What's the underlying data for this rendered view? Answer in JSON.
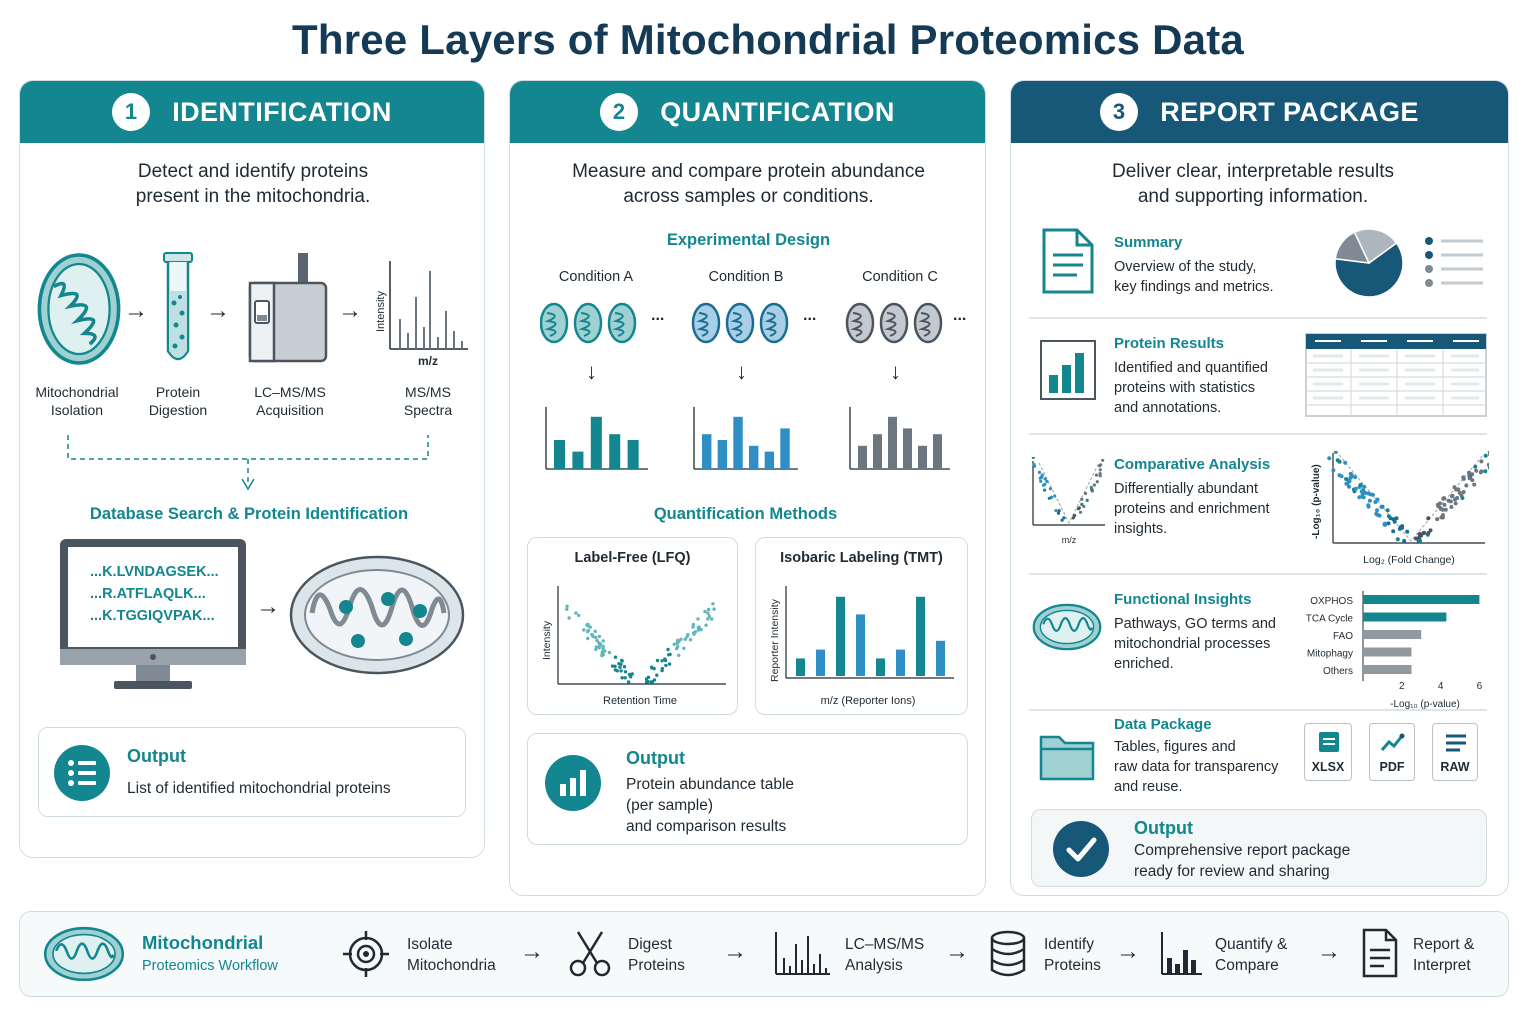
{
  "title": "Three Layers of Mitochondrial Proteomics Data",
  "colors": {
    "teal": "#13868f",
    "blue": "#1a6d92",
    "navy": "#175778",
    "gray": "#6b7680",
    "light": "#e8f2f4"
  },
  "panel1": {
    "number": "1",
    "heading": "IDENTIFICATION",
    "desc_line1": "Detect and identify proteins",
    "desc_line2": "present in the mitochondria.",
    "steps": [
      {
        "line1": "Mitochondrial",
        "line2": "Isolation"
      },
      {
        "line1": "Protein",
        "line2": "Digestion"
      },
      {
        "line1": "LC–MS/MS",
        "line2": "Acquisition"
      },
      {
        "line1": "MS/MS",
        "line2": "Spectra"
      }
    ],
    "spectrum_ylabel": "Intensity",
    "spectrum_xlabel": "m/z",
    "db_title": "Database Search & Protein Identification",
    "peptides": [
      "...K.LVNDAGSEK...",
      "...R.ATFLAQLK...",
      "...K.TGGIQVPAK..."
    ],
    "output_title": "Output",
    "output_text": "List of identified mitochondrial proteins"
  },
  "panel2": {
    "number": "2",
    "heading": "QUANTIFICATION",
    "desc_line1": "Measure and compare protein abundance",
    "desc_line2": "across samples or conditions.",
    "design_title": "Experimental Design",
    "conditions": [
      "Condition A",
      "Condition B",
      "Condition C"
    ],
    "ellipsis": "...",
    "bar_values": {
      "A": [
        5,
        3,
        9,
        6,
        5
      ],
      "B": [
        6,
        5,
        9,
        4,
        3,
        7
      ],
      "C": [
        4,
        6,
        9,
        7,
        4,
        6
      ]
    },
    "methods_title": "Quantification Methods",
    "lfq_title": "Label-Free (LFQ)",
    "lfq_ylabel": "Intensity",
    "lfq_xlabel": "Retention Time",
    "tmt_title": "Isobaric Labeling (TMT)",
    "tmt_ylabel": "Reporter Intensity",
    "tmt_xlabel": "m/z (Reporter Ions)",
    "tmt_values": [
      2,
      3,
      9,
      7,
      2,
      3,
      9,
      4
    ],
    "output_title": "Output",
    "output_line1": "Protein abundance table",
    "output_line2": "(per sample)",
    "output_line3": "and comparison results"
  },
  "panel3": {
    "number": "3",
    "heading": "REPORT PACKAGE",
    "desc_line1": "Deliver clear, interpretable results",
    "desc_line2": "and supporting information.",
    "summary_title": "Summary",
    "summary_line1": "Overview of the study,",
    "summary_line2": "key findings and metrics.",
    "pie_values": [
      62,
      16,
      22
    ],
    "protein_title": "Protein Results",
    "protein_line1": "Identified and quantified",
    "protein_line2": "proteins with statistics",
    "protein_line3": "and annotations.",
    "comparative_title": "Comparative Analysis",
    "comparative_line1": "Differentially abundant",
    "comparative_line2": "proteins and enrichment",
    "comparative_line3": "insights.",
    "small_plot_xlabel": "m/z",
    "volcano_ylabel": "-Log₁₀ (p-value)",
    "volcano_xlabel": "Log₂ (Fold Change)",
    "functional_title": "Functional Insights",
    "functional_line1": "Pathways, GO terms and",
    "functional_line2": "mitochondrial processes",
    "functional_line3": "enriched.",
    "pathways": [
      {
        "name": "OXPHOS",
        "value": 6.0
      },
      {
        "name": "TCA Cycle",
        "value": 4.3
      },
      {
        "name": "FAO",
        "value": 3.0
      },
      {
        "name": "Mitophagy",
        "value": 2.5
      },
      {
        "name": "Others",
        "value": 2.5
      }
    ],
    "pathway_ticks": [
      "2",
      "4",
      "6"
    ],
    "pathway_xlabel": "-Log₁₀ (p-value)",
    "data_title": "Data Package",
    "data_line1": "Tables, figures and",
    "data_line2": "raw data for transparency",
    "data_line3": "and reuse.",
    "files": [
      "XLSX",
      "PDF",
      "RAW"
    ],
    "output_title": "Output",
    "output_line1": "Comprehensive report package",
    "output_line2": "ready for review and sharing"
  },
  "workflow": {
    "title": "Mitochondrial",
    "subtitle": "Proteomics Workflow",
    "steps": [
      {
        "line1": "Isolate",
        "line2": "Mitochondria",
        "icon": "target-icon"
      },
      {
        "line1": "Digest",
        "line2": "Proteins",
        "icon": "scissors-icon"
      },
      {
        "line1": "LC–MS/MS",
        "line2": "Analysis",
        "icon": "spectrum-icon"
      },
      {
        "line1": "Identify",
        "line2": "Proteins",
        "icon": "database-icon"
      },
      {
        "line1": "Quantify &",
        "line2": "Compare",
        "icon": "bar-chart-icon"
      },
      {
        "line1": "Report &",
        "line2": "Interpret",
        "icon": "document-icon"
      }
    ]
  }
}
